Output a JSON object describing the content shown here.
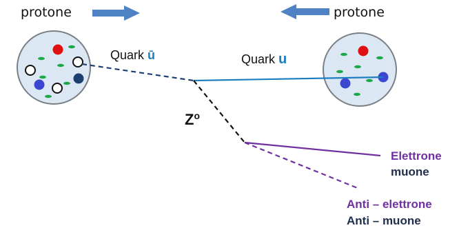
{
  "proton_left_label": "protone",
  "proton_right_label": "protone",
  "quark_antiup": {
    "prefix": "Quark ",
    "symbol": "ū"
  },
  "quark_up": {
    "prefix": "Quark ",
    "symbol": "u"
  },
  "boson": {
    "letter": "Z",
    "superscript": "o"
  },
  "products": {
    "line1": "Elettrone",
    "line2": "muone",
    "line3": "Anti – elettrone",
    "line4": "Anti – muone"
  },
  "colors": {
    "proton_fill": "#dbe8f4",
    "proton_stroke": "#7a7f86",
    "arrow": "#4f81c5",
    "quark_red": "#e01010",
    "quark_blue": "#3b47d1",
    "quark_navy": "#1c3f72",
    "gluon_green": "#1ea84a",
    "quark_line": "#1b7fbf",
    "lepton_purple": "#7030a0",
    "label_navy": "#1f2e4a",
    "quark_u_color": "#1b7fbf"
  }
}
